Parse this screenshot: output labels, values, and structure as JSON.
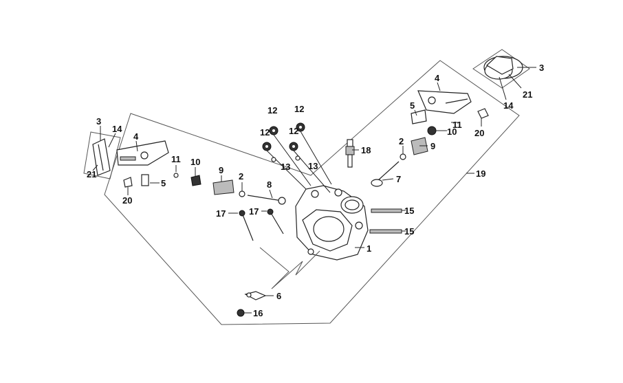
{
  "diagram": {
    "callouts": {
      "c3_right": "3",
      "c21_right": "21",
      "c14_right": "14",
      "c4_right": "4",
      "c5_right": "5",
      "c11_right": "11",
      "c10_right": "10",
      "c20_right": "20",
      "c2_right": "2",
      "c9_right": "9",
      "c7": "7",
      "c19": "19",
      "c18": "18",
      "c12_a": "12",
      "c12_b": "12",
      "c12_c": "12",
      "c12_d": "12",
      "c13_a": "13",
      "c13_b": "13",
      "c3_left": "3",
      "c14_left": "14",
      "c4_left": "4",
      "c21_left": "21",
      "c11_left": "11",
      "c10_left": "10",
      "c9_left": "9",
      "c2_left": "2",
      "c8": "8",
      "c5_left": "5",
      "c20_left": "20",
      "c17_a": "17",
      "c17_b": "17",
      "c15_a": "15",
      "c15_b": "15",
      "c1": "1",
      "c6": "6",
      "c16": "16"
    }
  }
}
